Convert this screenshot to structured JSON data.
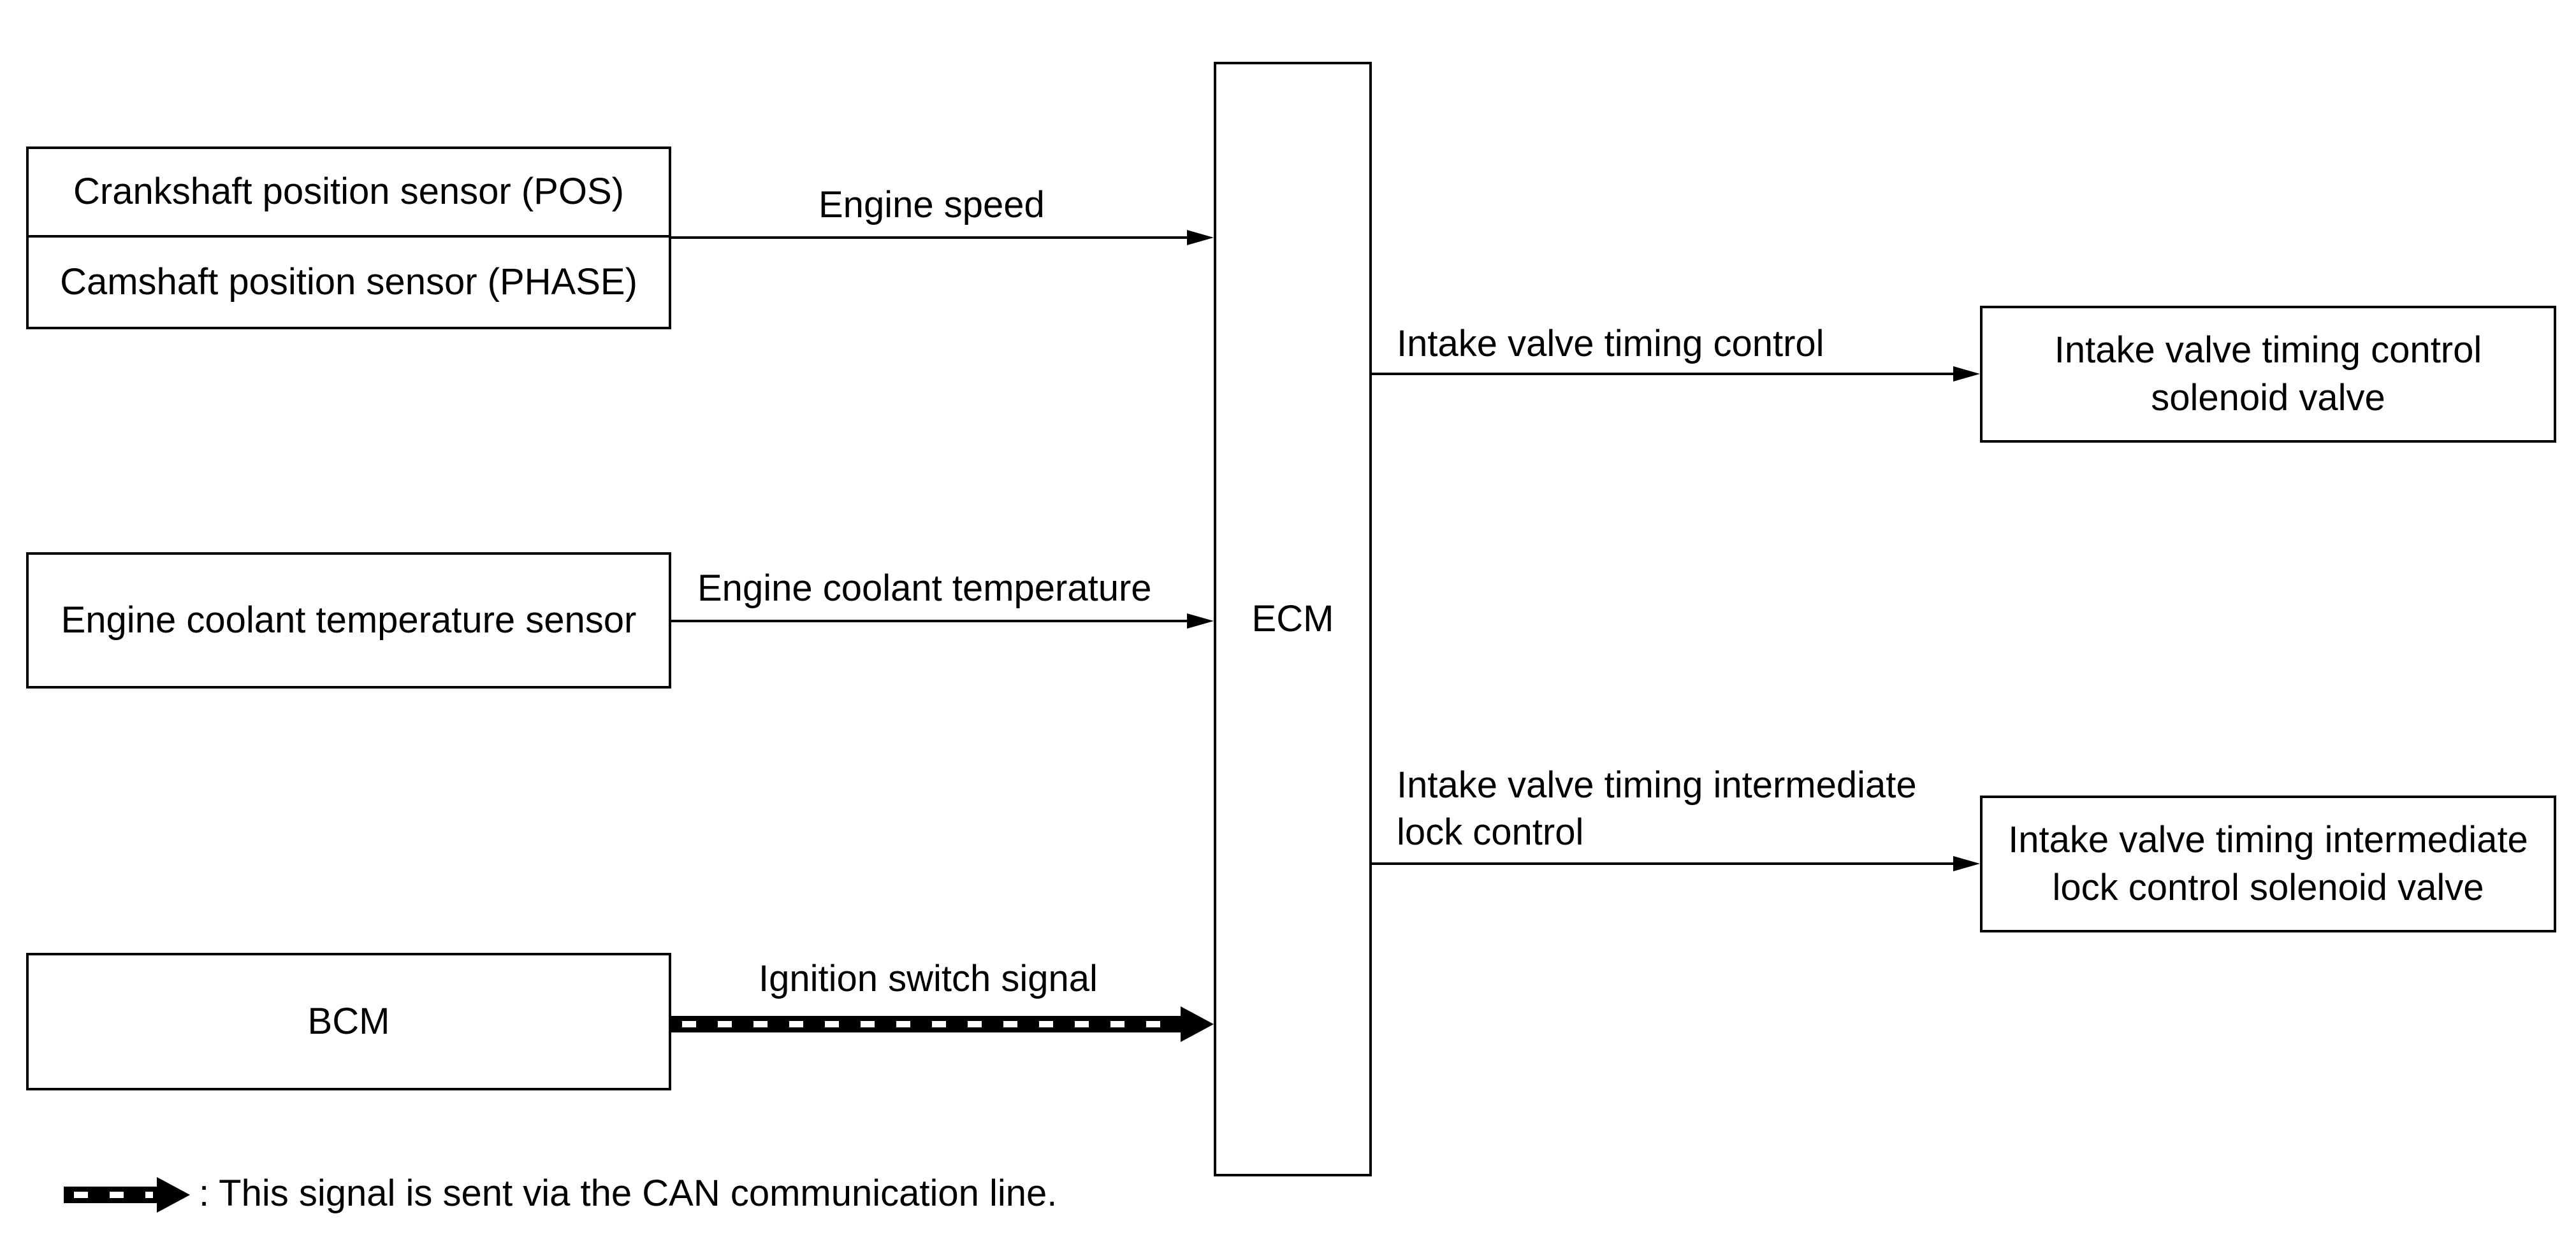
{
  "inputs": {
    "sensor_group": {
      "crankshaft": "Crankshaft position sensor (POS)",
      "camshaft": "Camshaft position sensor (PHASE)"
    },
    "coolant_sensor": "Engine coolant temperature sensor",
    "bcm": "BCM"
  },
  "ecm": {
    "label": "ECM"
  },
  "signals": {
    "engine_speed": "Engine speed",
    "coolant_temperature": "Engine coolant temperature",
    "ignition_switch": "Ignition switch signal",
    "intake_timing_control": "Intake valve timing control",
    "intermediate_lock_line1": "Intake valve timing intermediate",
    "intermediate_lock_line2": "lock control"
  },
  "outputs": {
    "intake_timing_solenoid_line1": "Intake valve timing control",
    "intake_timing_solenoid_line2": "solenoid valve",
    "intermediate_lock_solenoid_line1": "Intake valve timing intermediate",
    "intermediate_lock_solenoid_line2": "lock control solenoid valve"
  },
  "legend": {
    "text": ": This signal is sent via the CAN communication line."
  }
}
